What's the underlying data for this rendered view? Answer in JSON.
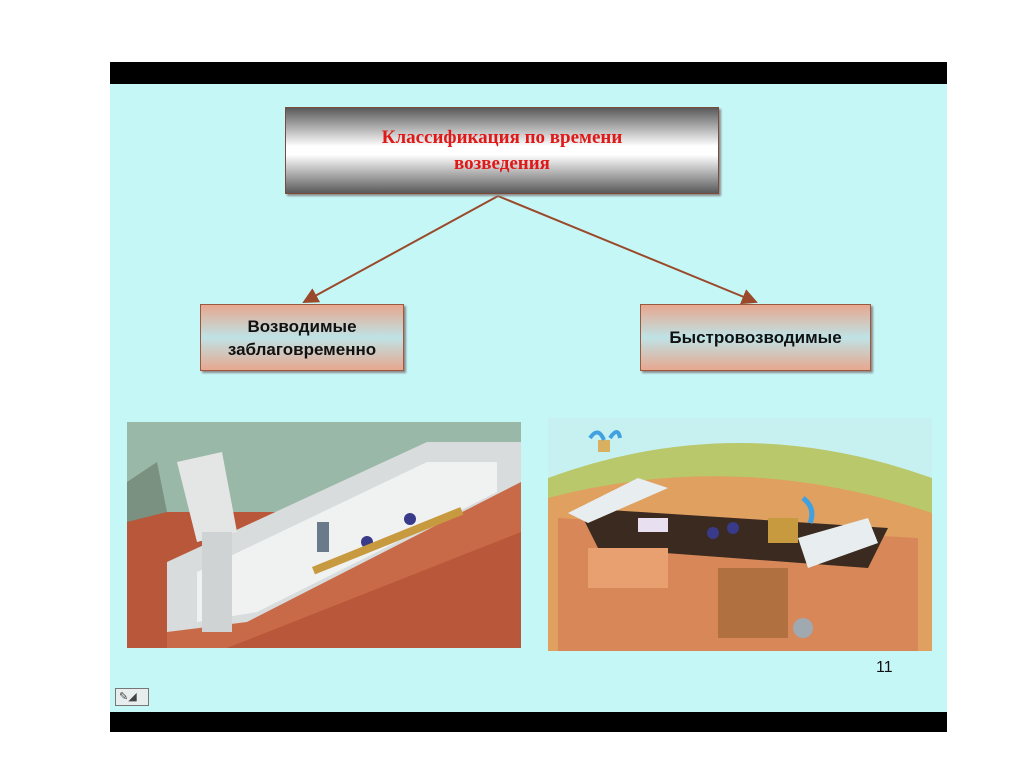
{
  "title": "Классификация по времени возведения",
  "categories": [
    {
      "label": "Возводимые заблаговременно"
    },
    {
      "label": "Быстровозводимые"
    }
  ],
  "page_number": "11",
  "images": [
    {
      "icon": "permanent-shelter-illustration"
    },
    {
      "icon": "quick-shelter-illustration"
    }
  ],
  "colors": {
    "background": "#c6f7f7",
    "title_text": "#e01818",
    "arrow": "#9a4a2a"
  }
}
